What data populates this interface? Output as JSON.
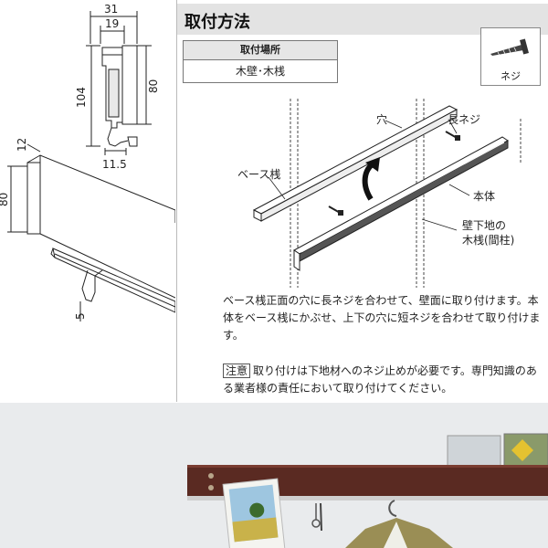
{
  "drawing": {
    "dim_top_total": "31",
    "dim_top_inner": "19",
    "dim_height_total": "104",
    "dim_board_height": "80",
    "dim_hook_width": "11.5",
    "dim_board_thickness": "12",
    "dim_side_height": "80",
    "dim_hook_drop": "5"
  },
  "install": {
    "title": "取付方法",
    "location_header": "取付場所",
    "location_value": "木壁･木桟",
    "screw_label": "ネジ",
    "callout_hole": "穴",
    "callout_long_screw": "長ネジ",
    "callout_base_rail": "ベース桟",
    "callout_body": "本体",
    "callout_stud_1": "壁下地の",
    "callout_stud_2": "木桟(間柱)",
    "instructions": "ベース桟正面の穴に長ネジを合わせて、壁面に取り付けます。本体をベース桟にかぶせ、上下の穴に短ネジを合わせて取り付けます。",
    "note_tag": "注意",
    "note_text": "取り付けは下地材へのネジ止めが必要です。専門知識のある業者様の責任において取り付けてください。"
  }
}
